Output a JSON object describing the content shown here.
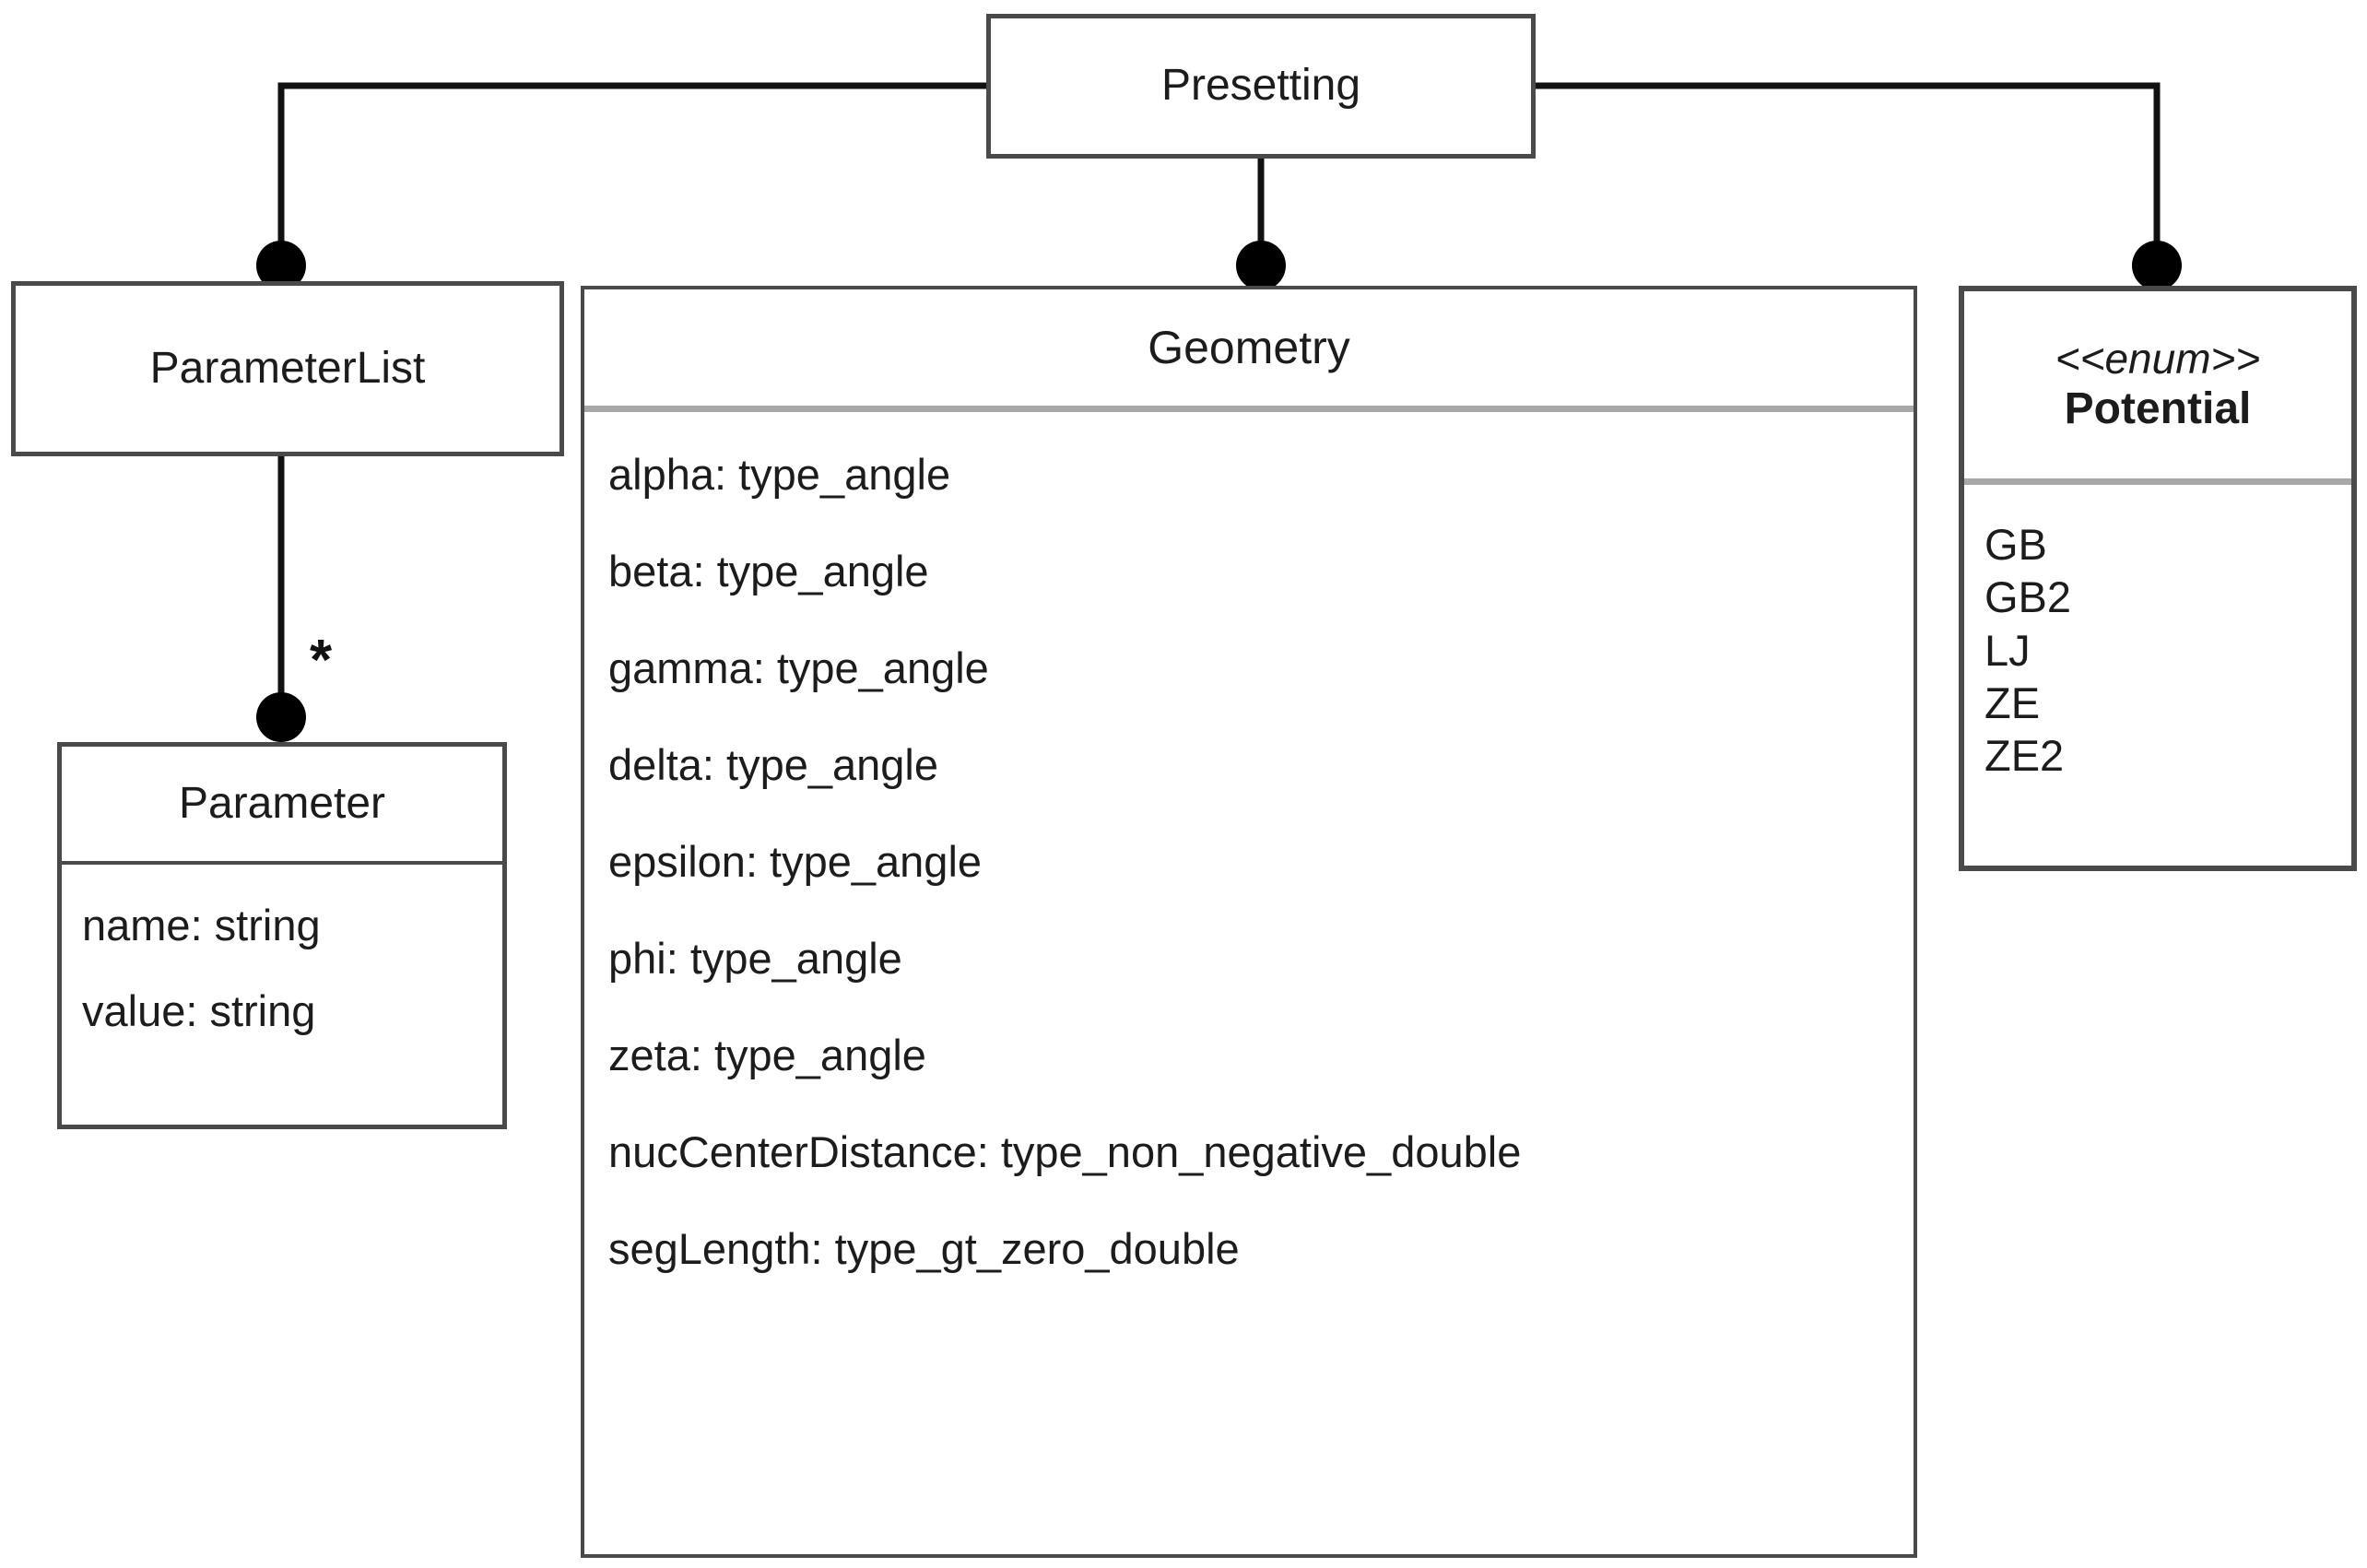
{
  "diagram": {
    "type": "uml-class-diagram",
    "root": {
      "name": "Presetting"
    },
    "classes": [
      {
        "id": "parameterlist",
        "name": "ParameterList",
        "attributes": []
      },
      {
        "id": "parameter",
        "name": "Parameter",
        "attributes": [
          "name: string",
          "value: string"
        ]
      },
      {
        "id": "geometry",
        "name": "Geometry",
        "attributes": [
          "alpha: type_angle",
          "beta: type_angle",
          "gamma: type_angle",
          "delta: type_angle",
          "epsilon: type_angle",
          "phi: type_angle",
          "zeta: type_angle",
          "nucCenterDistance: type_non_negative_double",
          "segLength: type_gt_zero_double"
        ]
      },
      {
        "id": "potential",
        "stereotype": "<<enum>>",
        "name": "Potential",
        "attributes": [
          "GB",
          "GB2",
          "LJ",
          "ZE",
          "ZE2"
        ]
      }
    ],
    "relationships": [
      {
        "from": "Presetting",
        "to": "ParameterList",
        "kind": "composition",
        "multiplicity": ""
      },
      {
        "from": "Presetting",
        "to": "Geometry",
        "kind": "composition",
        "multiplicity": ""
      },
      {
        "from": "Presetting",
        "to": "Potential",
        "kind": "composition",
        "multiplicity": ""
      },
      {
        "from": "ParameterList",
        "to": "Parameter",
        "kind": "composition",
        "multiplicity": "*"
      }
    ],
    "colors": {
      "border": "#4a4a4a",
      "separator": "#a8a8a8",
      "line": "#111111",
      "text": "#1c1c1c",
      "background": "#ffffff"
    }
  }
}
